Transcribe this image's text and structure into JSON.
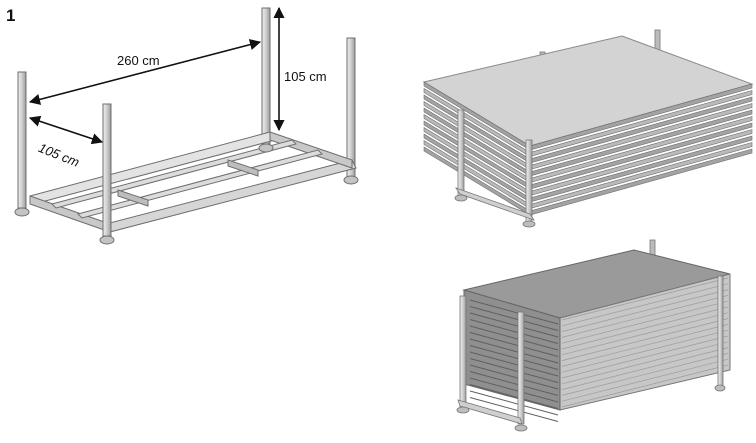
{
  "figure": {
    "step_number": "1",
    "dimensions": {
      "length": "260 cm",
      "height": "105 cm",
      "width": "105 cm"
    }
  },
  "colors": {
    "frame_light": "#d9d9d9",
    "frame_mid": "#b5b5b5",
    "frame_dark": "#8a8a8a",
    "panel_light": "#d3d3d3",
    "panel_dark": "#8c8c8c",
    "ink": "#111111"
  }
}
